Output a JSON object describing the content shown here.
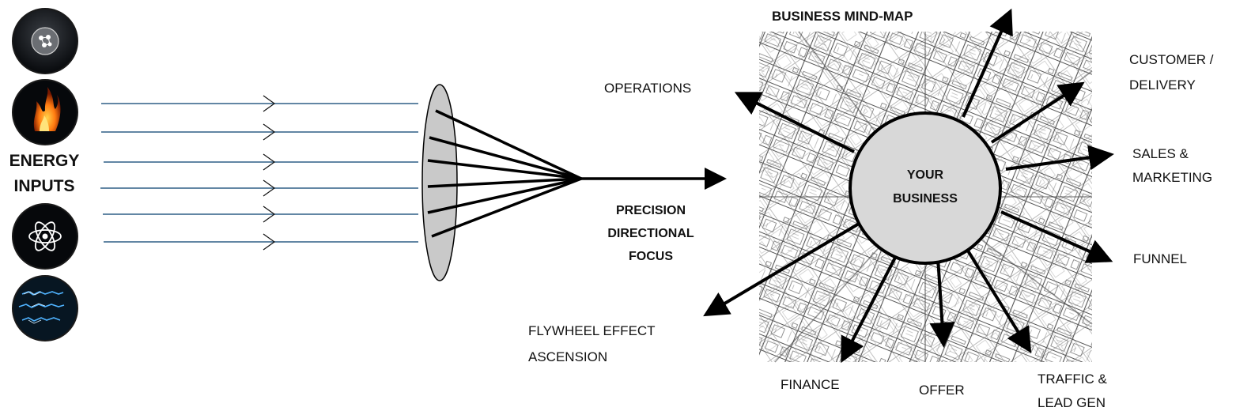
{
  "left": {
    "energy_label": "ENERGY\nINPUTS",
    "icons": [
      "molecule-icon",
      "fire-icon",
      "atom-icon",
      "lightning-icon"
    ]
  },
  "lens": {
    "focus_label": "PRECISION\nDIRECTIONAL\nFOCUS"
  },
  "mindmap": {
    "title": "BUSINESS MIND-MAP",
    "center": "YOUR\nBUSINESS",
    "branches": {
      "operations": "OPERATIONS",
      "customer": "CUSTOMER /\nDELIVERY",
      "sales": "SALES &\nMARKETING",
      "funnel": "FUNNEL",
      "flywheel": "FLYWHEEL EFFECT\nASCENSION",
      "finance": "FINANCE",
      "offer": "OFFER",
      "traffic": "TRAFFIC &\nLEAD GEN"
    }
  },
  "colors": {
    "beam": "#2f5f86",
    "lens_fill": "#c9c9c9",
    "circle_fill": "#d8d8d8",
    "stroke": "#000000"
  }
}
